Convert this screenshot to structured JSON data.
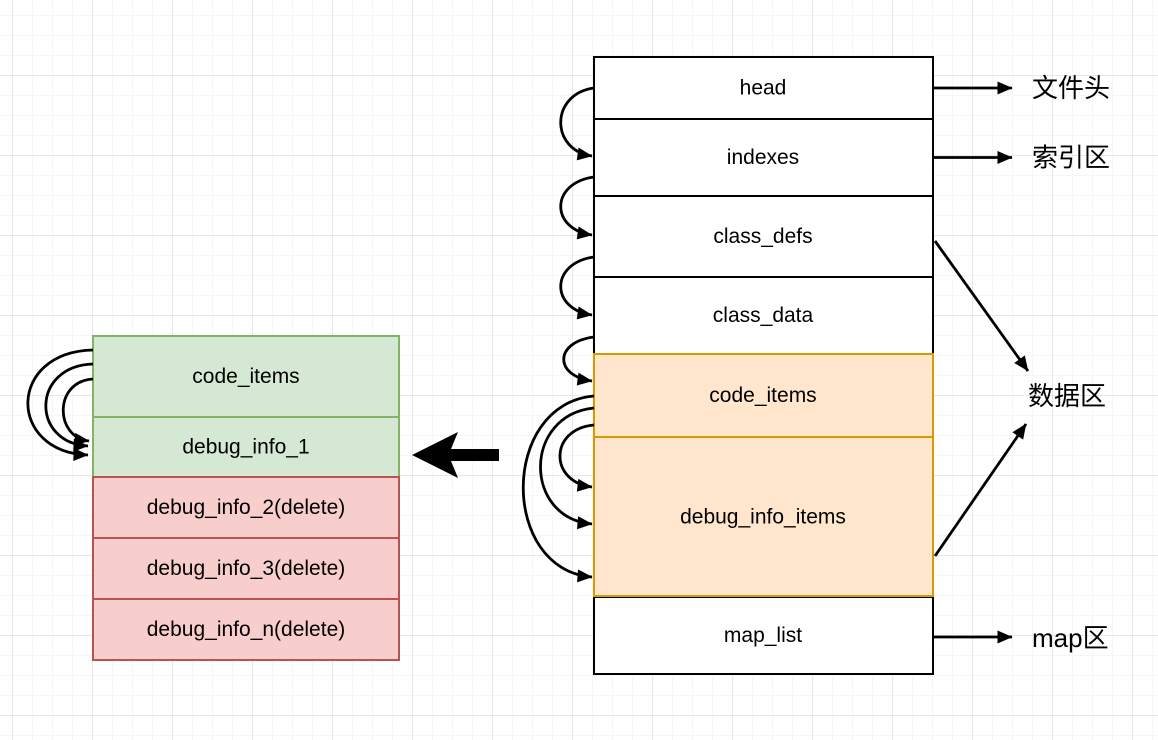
{
  "colors": {
    "box_white_fill": "#ffffff",
    "box_white_stroke": "#000000",
    "box_orange_fill": "#ffe6cc",
    "box_orange_stroke": "#d79b00",
    "box_green_fill": "#d5e8d4",
    "box_green_stroke": "#82b366",
    "box_red_fill": "#f8cecc",
    "box_red_stroke": "#b85450",
    "arrow_color": "#000000"
  },
  "dex_stack": {
    "boxes": [
      {
        "label": "head"
      },
      {
        "label": "indexes"
      },
      {
        "label": "class_defs"
      },
      {
        "label": "class_data"
      },
      {
        "label": "code_items"
      },
      {
        "label": "debug_info_items"
      },
      {
        "label": "map_list"
      }
    ]
  },
  "result_stack": {
    "boxes": [
      {
        "label": "code_items"
      },
      {
        "label": "debug_info_1"
      },
      {
        "label": "debug_info_2(delete)"
      },
      {
        "label": "debug_info_3(delete)"
      },
      {
        "label": "debug_info_n(delete)"
      }
    ]
  },
  "annotations": {
    "file_header": "文件头",
    "index_area": "索引区",
    "data_area": "数据区",
    "map_area": "map区"
  }
}
